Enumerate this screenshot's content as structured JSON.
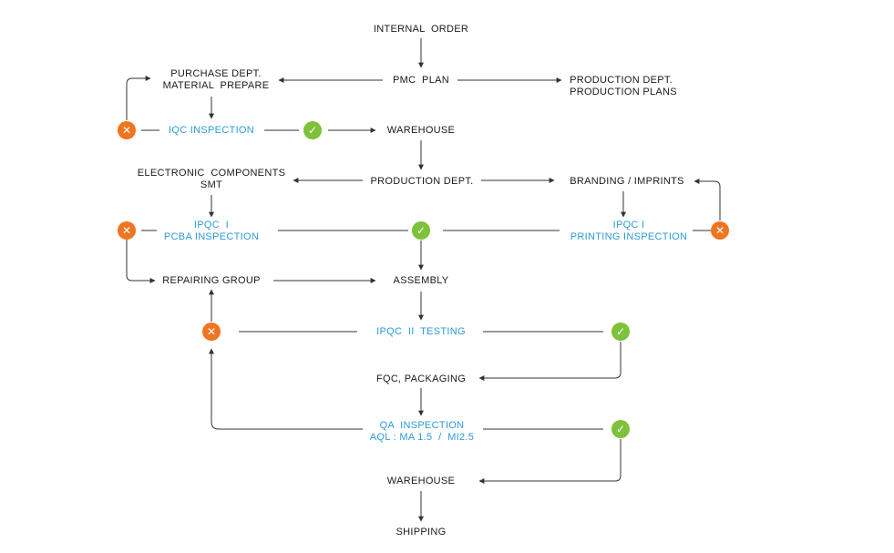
{
  "colors": {
    "text": "#1a1a1a",
    "inspection_text": "#2e9bd6",
    "fail": "#ee7622",
    "pass": "#7ec13a",
    "line": "#333333"
  },
  "icons": {
    "fail": "x-circle-icon",
    "pass": "check-circle-icon"
  },
  "nodes": {
    "internal_order": "INTERNAL  ORDER",
    "pmc_plan": "PMC  PLAN",
    "purchase_dept": "PURCHASE DEPT.\nMATERIAL  PREPARE",
    "production_plans": "PRODUCTION DEPT.\nPRODUCTION PLANS",
    "iqc_inspection": "IQC INSPECTION",
    "warehouse_1": "WAREHOUSE",
    "electronic_components": "ELECTRONIC  COMPONENTS\nSMT",
    "production_dept": "PRODUCTION DEPT.",
    "branding": "BRANDING / IMPRINTS",
    "ipqc_pcba": "IPQC  I\nPCBA INSPECTION",
    "ipqc_printing": "IPQC I\nPRINTING INSPECTION",
    "repairing_group": "REPAIRING GROUP",
    "assembly": "ASSEMBLY",
    "ipqc_testing": "IPQC  II  TESTING",
    "fqc_packaging": "FQC, PACKAGING",
    "qa_inspection": "QA  INSPECTION\nAQL : MA 1.5  /  MI2.5",
    "warehouse_2": "WAREHOUSE",
    "shipping": "SHIPPING"
  },
  "glyphs": {
    "fail": "✕",
    "pass": "✓"
  }
}
